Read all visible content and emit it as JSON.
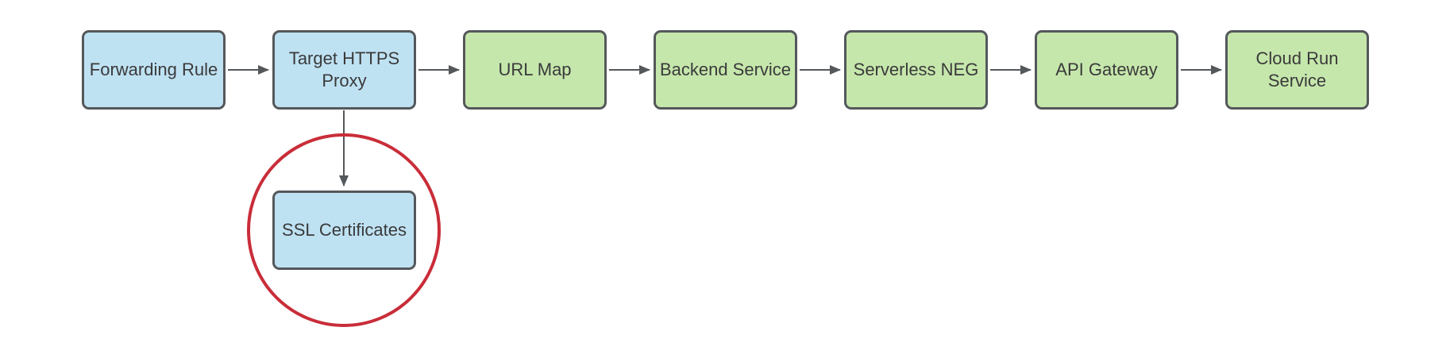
{
  "diagram": {
    "type": "flowchart",
    "nodes": [
      {
        "id": "forwarding-rule",
        "lines": [
          "Forwarding Rule",
          ""
        ],
        "fill": "blue"
      },
      {
        "id": "target-https-proxy",
        "lines": [
          "Target HTTPS",
          "Proxy"
        ],
        "fill": "blue"
      },
      {
        "id": "url-map",
        "lines": [
          "URL Map",
          ""
        ],
        "fill": "green"
      },
      {
        "id": "backend-service",
        "lines": [
          "Backend Service",
          ""
        ],
        "fill": "green"
      },
      {
        "id": "serverless-neg",
        "lines": [
          "Serverless NEG",
          ""
        ],
        "fill": "green"
      },
      {
        "id": "api-gateway",
        "lines": [
          "API Gateway",
          ""
        ],
        "fill": "green"
      },
      {
        "id": "cloud-run-service",
        "lines": [
          "Cloud Run",
          "Service"
        ],
        "fill": "green"
      },
      {
        "id": "ssl-certificates",
        "lines": [
          "SSL Certificates",
          ""
        ],
        "fill": "blue"
      }
    ],
    "edges": [
      {
        "from": "forwarding-rule",
        "to": "target-https-proxy",
        "direction": "right"
      },
      {
        "from": "target-https-proxy",
        "to": "url-map",
        "direction": "right"
      },
      {
        "from": "url-map",
        "to": "backend-service",
        "direction": "right"
      },
      {
        "from": "backend-service",
        "to": "serverless-neg",
        "direction": "right"
      },
      {
        "from": "serverless-neg",
        "to": "api-gateway",
        "direction": "right"
      },
      {
        "from": "api-gateway",
        "to": "cloud-run-service",
        "direction": "right"
      },
      {
        "from": "target-https-proxy",
        "to": "ssl-certificates",
        "direction": "down"
      }
    ],
    "annotations": [
      {
        "type": "circle-highlight",
        "around": "ssl-certificates",
        "color": "#c92d39"
      }
    ],
    "colors": {
      "blue_fill": "#bfe2f3",
      "green_fill": "#c6e7ac",
      "border": "#54585b",
      "arrow": "#54585b",
      "highlight_red": "#c92d39",
      "text": "#3a3a3a",
      "background": "#ffffff"
    }
  }
}
